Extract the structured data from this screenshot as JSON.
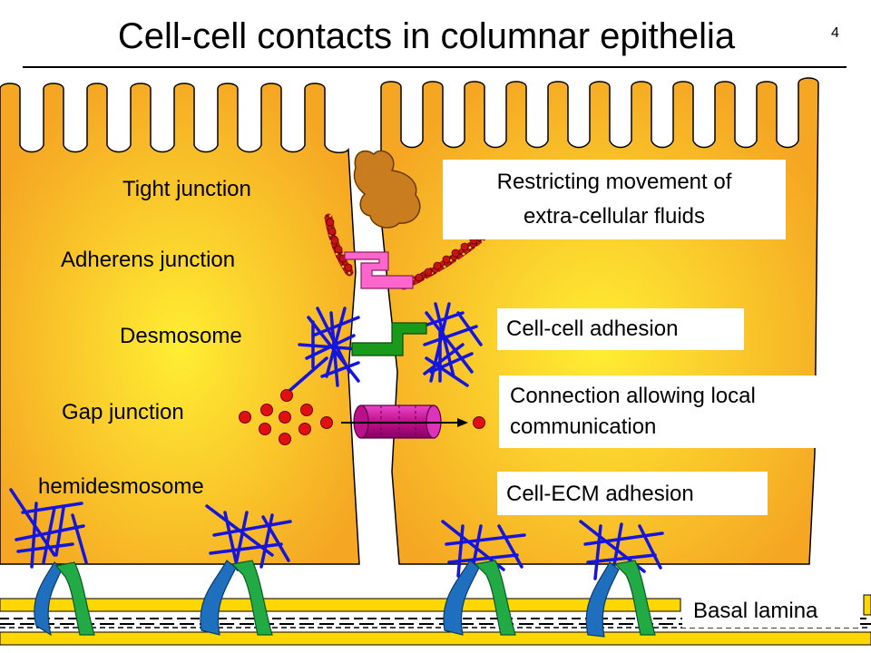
{
  "slide": {
    "title": "Cell-cell contacts in columnar epithelia",
    "page_number": "4"
  },
  "structures": {
    "tight_junction": "Tight junction",
    "adherens_junction": "Adherens junction",
    "desmosome": "Desmosome",
    "gap_junction": "Gap junction",
    "hemidesmosome": "hemidesmosome",
    "basal_lamina": "Basal lamina"
  },
  "functions": {
    "tight_junction_line1": "Restricting movement of",
    "tight_junction_line2": "extra-cellular fluids",
    "desmosome": "Cell-cell adhesion",
    "gap_junction_line1": "Connection allowing local",
    "gap_junction_line2": "communication",
    "hemidesmosome": "Cell-ECM adhesion"
  },
  "colors": {
    "cell_edge": "#f5a623",
    "cell_center": "#ffee33",
    "tight_junction": "#c97d1e",
    "cadherin_chain": "#b51212",
    "adherens": "#ff66cc",
    "desmosome_link": "#1a9a1a",
    "intermediate_filaments": "#1515dd",
    "gap_channel": "#cc1199",
    "ions": "#e01010",
    "integrin_blue": "#1f6fbf",
    "integrin_green": "#22aa44",
    "basal_lamina": "#ffd700"
  }
}
